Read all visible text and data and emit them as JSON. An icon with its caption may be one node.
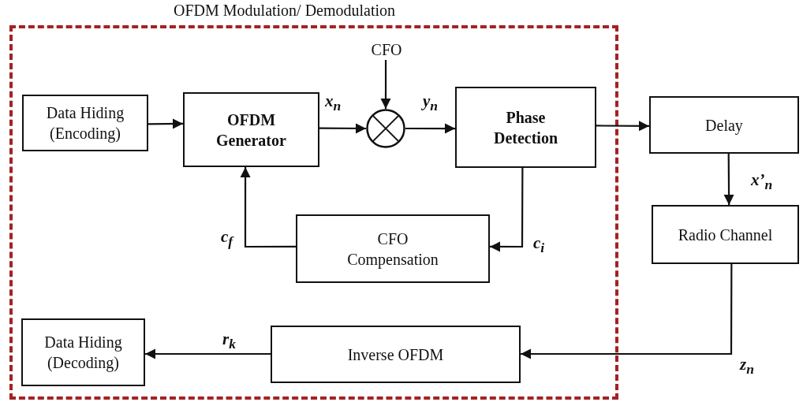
{
  "diagram": {
    "nodes": [
      {
        "text": [
          "OFDM Modulation/ Demodulation"
        ]
      },
      {
        "text": [
          "Data Hiding (Encoding)"
        ],
        "in": 0
      },
      {
        "text": [
          "OFDM Generator"
        ],
        "in": 0
      },
      {
        "text": [
          "CFO"
        ],
        "in": 0
      },
      {
        "text": [],
        "shape": "circle",
        "in": 0
      },
      {
        "text": [
          "Phase Detection"
        ],
        "in": 0
      },
      {
        "text": [
          "CFO Compensation"
        ],
        "in": 0
      },
      {
        "text": [
          "Delay"
        ]
      },
      {
        "text": [
          "Radio Channel"
        ]
      },
      {
        "text": [
          "Inverse OFDM"
        ],
        "in": 0
      },
      {
        "text": [
          "Data Hiding (Decoding)"
        ],
        "in": 0
      }
    ],
    "edges": [
      {
        "from": 1,
        "to": 2,
        "arrow": "to"
      },
      {
        "from": 2,
        "to": 4,
        "arrow": "to",
        "label": "x$_{n}$"
      },
      {
        "from": 3,
        "to": 4,
        "arrow": "to"
      },
      {
        "from": 4,
        "to": 5,
        "arrow": "to",
        "label": "y$_{n}$"
      },
      {
        "from": 5,
        "to": 7,
        "arrow": "to"
      },
      {
        "from": 7,
        "to": 8,
        "arrow": "to",
        "label": "x’$_{n}$"
      },
      {
        "from": 5,
        "to": 6,
        "arrow": "to",
        "label": "c$_{i}$"
      },
      {
        "from": 6,
        "to": 2,
        "arrow": "to",
        "label": "c$_{f}$"
      },
      {
        "from": 8,
        "to": 9,
        "arrow": "to",
        "label": "z$_{n}$"
      },
      {
        "from": 9,
        "to": 10,
        "arrow": "to",
        "label": "r$_{k}$"
      }
    ]
  }
}
